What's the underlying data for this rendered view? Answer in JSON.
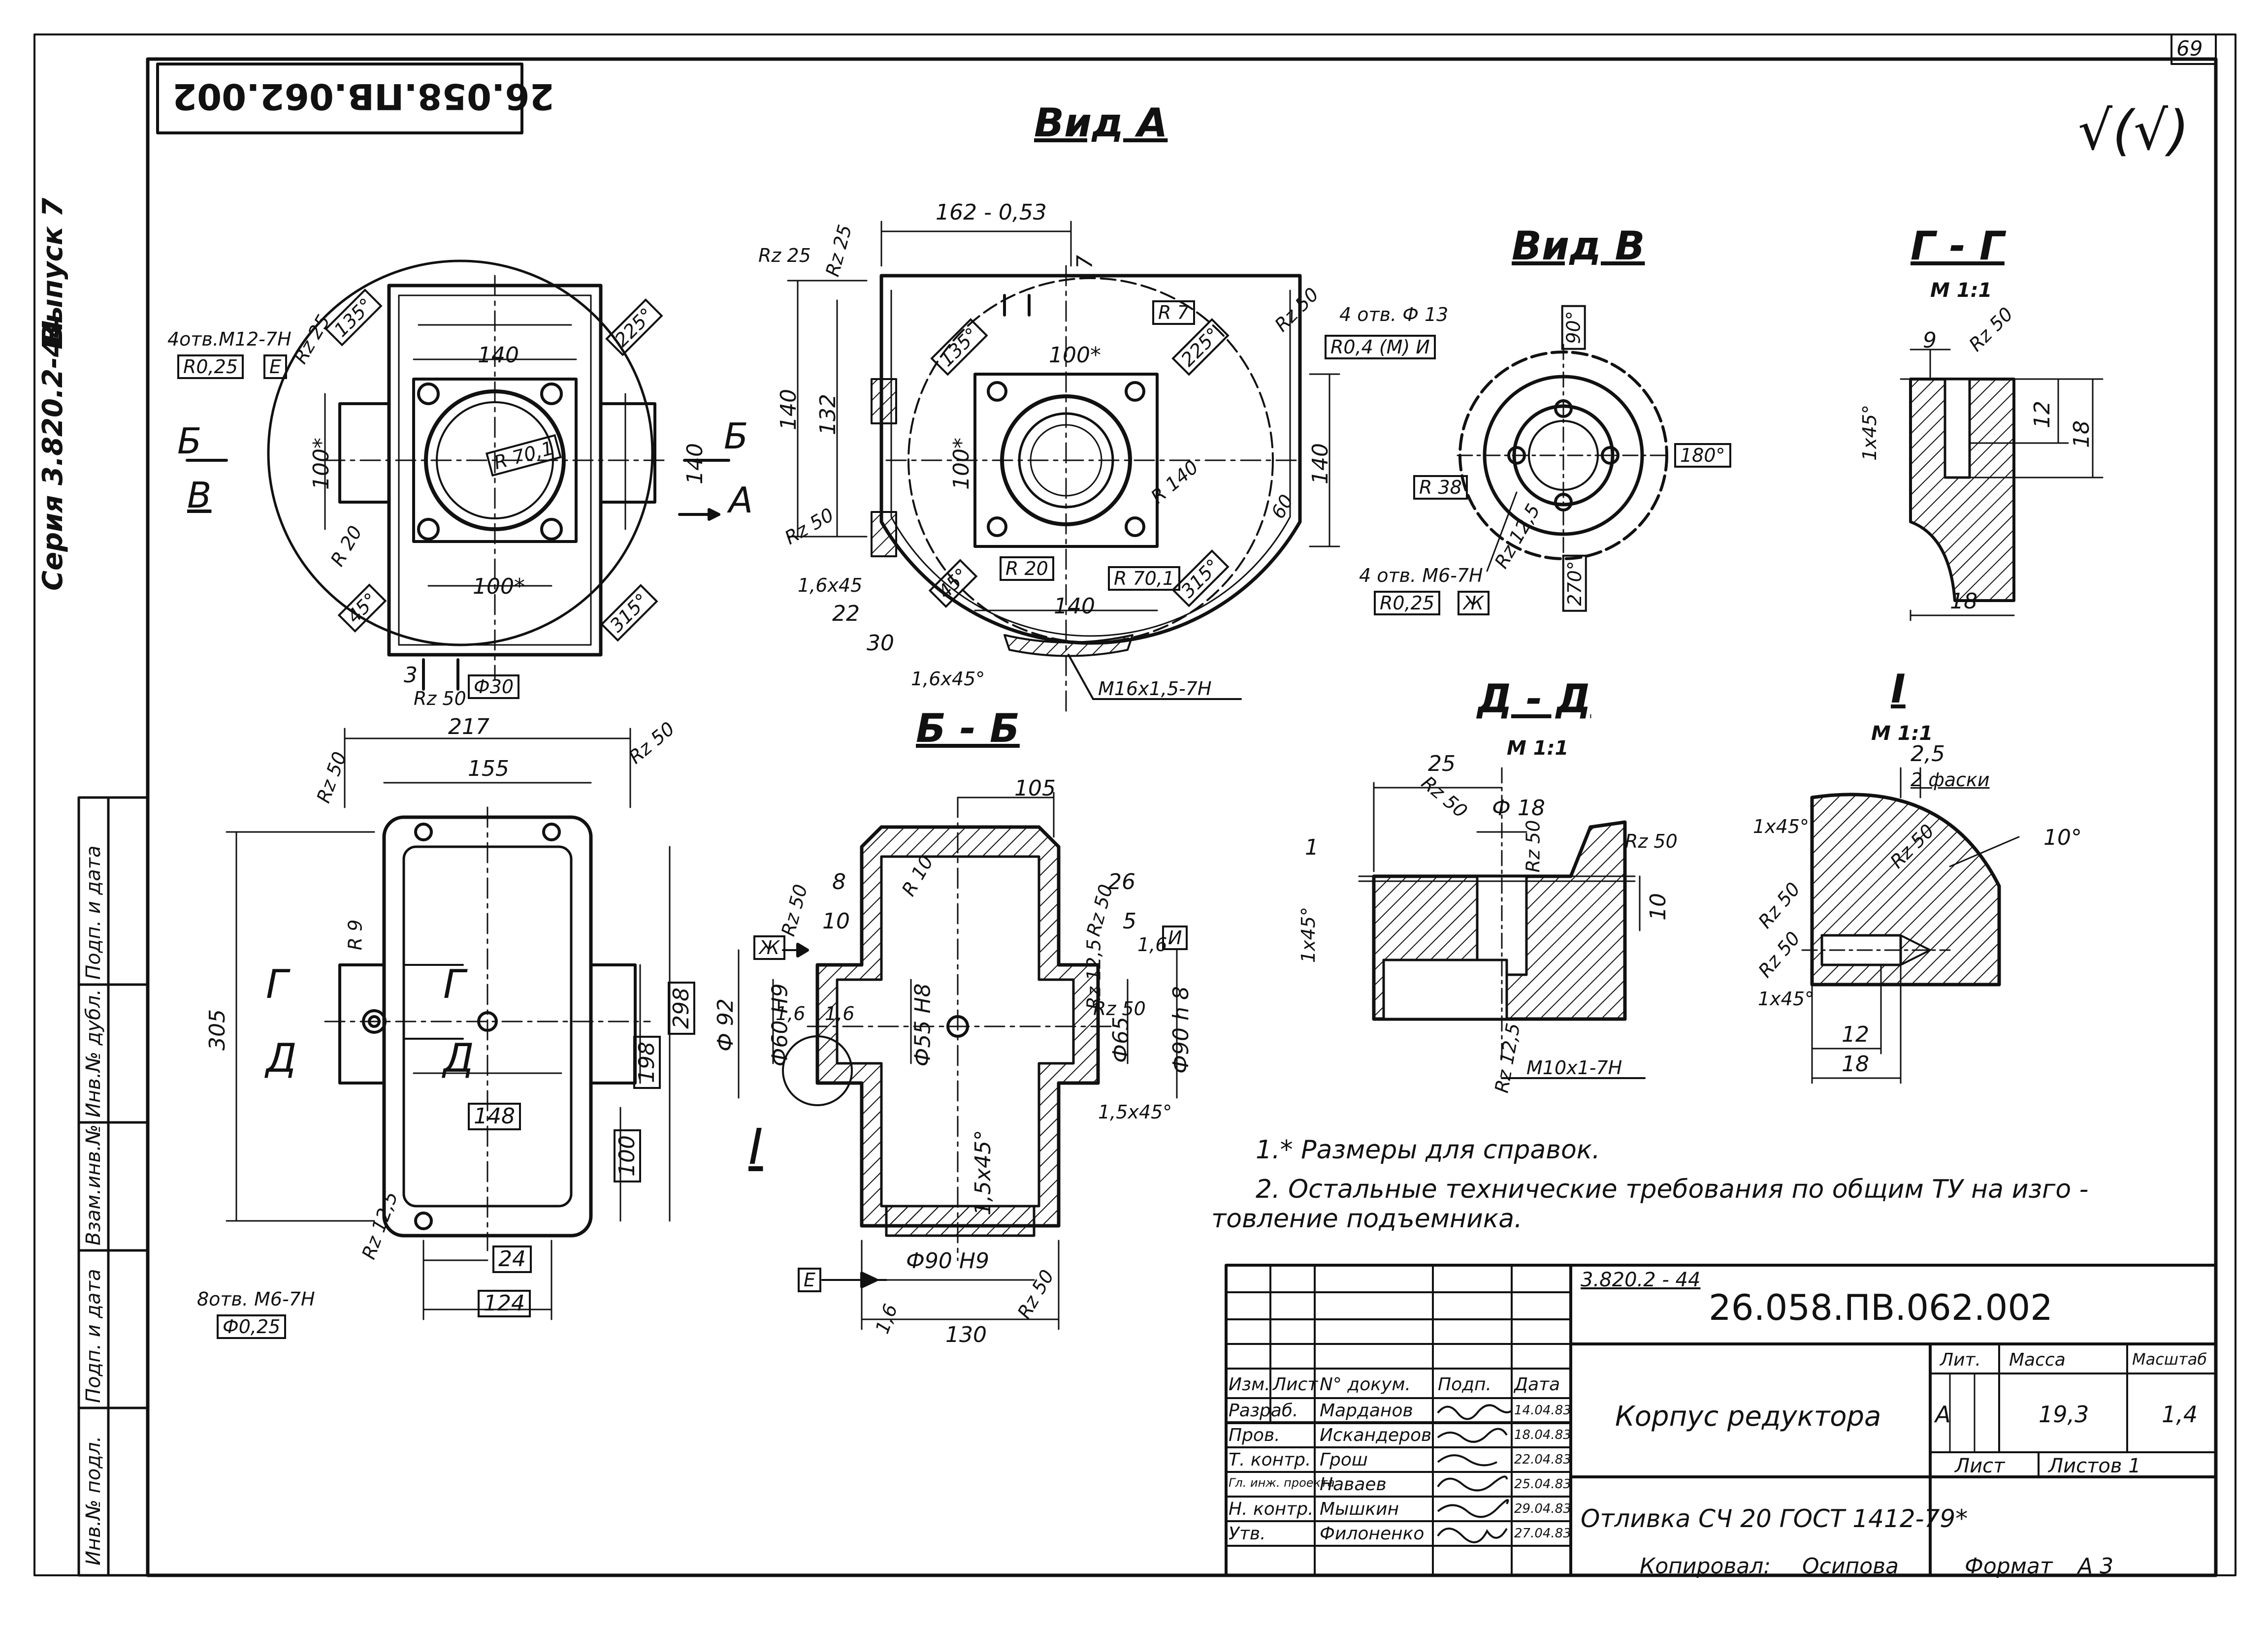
{
  "sheet": {
    "page_number": "69",
    "code_rotated": "26.058.ПВ.062.002",
    "roughness_symbol": "√(√)"
  },
  "side_margin": {
    "series": "Серия 3.820.2-44",
    "issue": "Выпуск 7",
    "cells": [
      "Инв.№ подл.",
      "Подп. и дата",
      "Взам.инв.№",
      "Инв.№ дубл.",
      "Подп. и дата"
    ]
  },
  "views": {
    "vid_a": "Вид А",
    "vid_v": "Вид В",
    "gg": "Г - Г",
    "gg_scale": "М 1:1",
    "bb": "Б - Б",
    "dd": "Д - Д",
    "dd_scale": "М 1:1",
    "detail_i": "I",
    "detail_i_scale": "М 1:1"
  },
  "dimensions": {
    "v1": {
      "holes": "4отв.М12-7Н",
      "tol": "R0,25",
      "datum": "Е",
      "w140": "140",
      "h100": "100*",
      "h140": "140",
      "w100": "100*",
      "r20": "R 20",
      "rz25": "Rz 25",
      "r70": "R 70,1",
      "a135": "135°",
      "a225": "225°",
      "a45": "45°",
      "a315": "315°",
      "d30": "Ф30",
      "rz50": "Rz 50",
      "three": "3",
      "sec_b1": "Б",
      "sec_b2": "Б",
      "sec_v": "В",
      "view_a": "А"
    },
    "v2": {
      "w162": "162 - 0,53",
      "rz25a": "Rz 25",
      "rz25b": "Rz 25",
      "h140": "140",
      "h132": "132",
      "w100": "100*",
      "h100": "100*",
      "a135": "135°",
      "a225": "225°",
      "a45": "45°",
      "a315": "315°",
      "r7": "R 7",
      "rz50a": "Rz 50",
      "holes": "4 отв. Ф 13",
      "tol": "R0,4 (М) И",
      "r140": "R 140",
      "r20": "R 20",
      "r70": "R 70,1",
      "h140r": "140",
      "w140": "140",
      "ch16": "1,6x45",
      "d22": "22",
      "d30": "30",
      "ch16b": "1,6x45°",
      "thread": "M16x1,5-7Н",
      "rz50b": "Rz 50",
      "seven": "7",
      "sixty": "60"
    },
    "v3": {
      "a90": "90°",
      "a180": "180°",
      "a270": "270°",
      "r38": "R 38",
      "rz125": "Rz 12,5",
      "holes": "4 отв. М6-7Н",
      "tol": "R0,25",
      "datum": "Ж"
    },
    "v4": {
      "nine": "9",
      "rz50": "Rz 50",
      "ch": "1x45°",
      "twelve": "12",
      "eighteen_v": "18",
      "eighteen_h": "18"
    },
    "v5": {
      "w217": "217",
      "w155": "155",
      "rz50a": "Rz 50",
      "rz50b": "Rz 50",
      "h305": "305",
      "r9": "R 9",
      "g1": "Г",
      "g2": "Г",
      "d1": "Д",
      "d2": "Д",
      "w148": "148",
      "h298": "298",
      "h198": "198",
      "h100": "100",
      "w24": "24",
      "w124": "124",
      "rz125": "Rz 12,5",
      "holes": "8отв. М6-7Н",
      "tol": "Ф0,25"
    },
    "v6": {
      "w105": "105",
      "r10": "R 10",
      "eight": "8",
      "ten": "10",
      "rz50a": "Rz 50",
      "rz50b": "Rz 50",
      "rz50c": "Rz 50",
      "zh": "Ж",
      "i": "И",
      "d92": "Ф 92",
      "d60": "Ф60 Н9",
      "d55": "Ф55 Н8",
      "d65": "Ф65",
      "d90h8": "Ф90 h 8",
      "d90": "Ф90 Н9",
      "w26": "26",
      "five": "5",
      "rz125": "Rz 12,5",
      "one6a": "1,6",
      "one6b": "1,6",
      "one6c": "1,6",
      "one6d": "1,6",
      "ch15a": "1,5x45°",
      "ch15b": "1,5x45°",
      "w130": "130",
      "rz50d": "Rz 50",
      "e": "Е",
      "detail": "I"
    },
    "v7": {
      "w25": "25",
      "d18": "Ф 18",
      "rz50a": "Rz 50",
      "rz50b": "Rz 50",
      "rz50c": "Rz 50",
      "ch": "1x45°",
      "ten": "10",
      "one": "1",
      "thread": "M10x1-7Н",
      "rz125": "Rz 12,5"
    },
    "v8": {
      "w25": "2,5",
      "two_ch": "2 фаски",
      "ch1": "1x45°",
      "ch2": "1x45°",
      "rz50a": "Rz 50",
      "rz50b": "Rz 50",
      "rz50c": "Rz 50",
      "a10": "10°",
      "twelve": "12",
      "eighteen": "18"
    }
  },
  "notes": {
    "n1": "1.*  Размеры для справок.",
    "n2a": "2.  Остальные технические требования по общим ТУ на изго -",
    "n2b": "товление  подъемника."
  },
  "title_block": {
    "pre_code": "3.820.2 - 44",
    "code": "26.058.ПВ.062.002",
    "header": [
      "Изм.",
      "Лист",
      "N° докум.",
      "Подп.",
      "Дата"
    ],
    "rows": [
      [
        "Разраб.",
        "Марданов",
        "",
        "14.04.83"
      ],
      [
        "Пров.",
        "Искандеров",
        "",
        "18.04.83"
      ],
      [
        "Т. контр.",
        "Грош",
        "",
        "22.04.83"
      ],
      [
        "Гл. инж. проекта",
        "Наваев",
        "",
        "25.04.83"
      ],
      [
        "Н. контр.",
        "Мышкин",
        "",
        "29.04.83"
      ],
      [
        "Утв.",
        "Филоненко",
        "",
        "27.04.83"
      ]
    ],
    "name": "Корпус редуктора",
    "material": "Отливка СЧ 20 ГОСТ 1412-79*",
    "lit_label": "Лит.",
    "mass_label": "Масса",
    "scale_label": "Масштаб",
    "lit": "А",
    "mass": "19,3",
    "scale": "1,4",
    "sheet_label": "Лист",
    "sheets_label": "Листов 1",
    "copied_label": "Копировал:",
    "copied_by": "Осипова",
    "format_label": "Формат",
    "format": "А 3"
  }
}
